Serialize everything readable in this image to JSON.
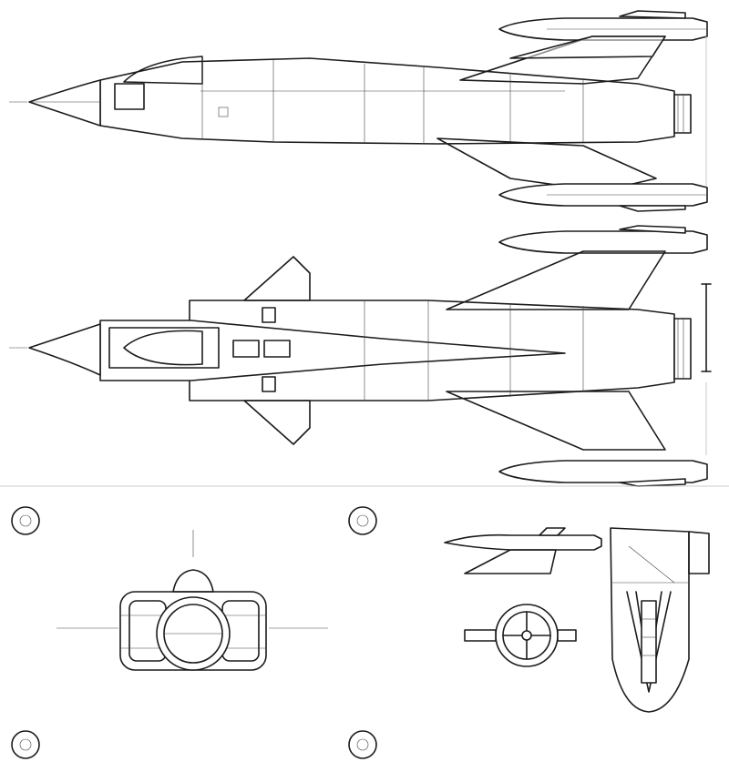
{
  "drawing": {
    "subject": "",
    "views": [
      {
        "id": "side-view",
        "label": ""
      },
      {
        "id": "top-view",
        "label": ""
      },
      {
        "id": "front-view",
        "label": ""
      },
      {
        "id": "detail-views",
        "label": ""
      }
    ],
    "colors": {
      "ink": "#1b1b1b",
      "paper": "#ffffff",
      "hatch": "#555555"
    }
  }
}
